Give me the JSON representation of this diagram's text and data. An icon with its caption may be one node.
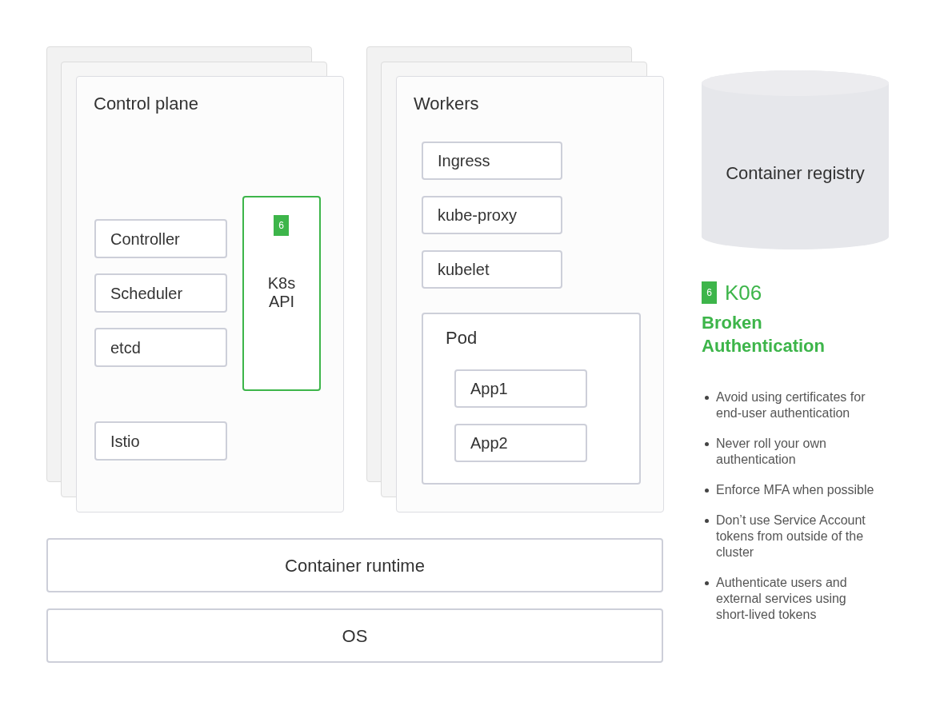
{
  "diagram": {
    "nodes": [
      {
        "text": [
          "Control plane"
        ]
      },
      {
        "text": [
          "Controller"
        ],
        "in": 0
      },
      {
        "text": [
          "Scheduler"
        ],
        "in": 0
      },
      {
        "text": [
          "etcd"
        ],
        "in": 0
      },
      {
        "text": [
          "6",
          "K8s API"
        ],
        "in": 0
      },
      {
        "text": [
          "Istio"
        ],
        "in": 0
      },
      {
        "text": [
          "Workers"
        ]
      },
      {
        "text": [
          "Ingress"
        ],
        "in": 6
      },
      {
        "text": [
          "kube-proxy"
        ],
        "in": 6
      },
      {
        "text": [
          "kubelet"
        ],
        "in": 6
      },
      {
        "text": [
          "Pod"
        ],
        "in": 6
      },
      {
        "text": [
          "App1"
        ],
        "in": 10
      },
      {
        "text": [
          "App2"
        ],
        "in": 10
      },
      {
        "text": [
          "Container runtime"
        ]
      },
      {
        "text": [
          "OS"
        ]
      },
      {
        "text": [
          "Container registry"
        ]
      }
    ],
    "labels": [
      "6",
      "K06",
      "Broken Authentication",
      "Avoid using certificates for end-user authentication",
      "Never roll your own authentication",
      "Enforce MFA when possible",
      "Don’t use Service Account tokens from outside of the cluster",
      "Authenticate users and external services using short-lived tokens"
    ]
  }
}
